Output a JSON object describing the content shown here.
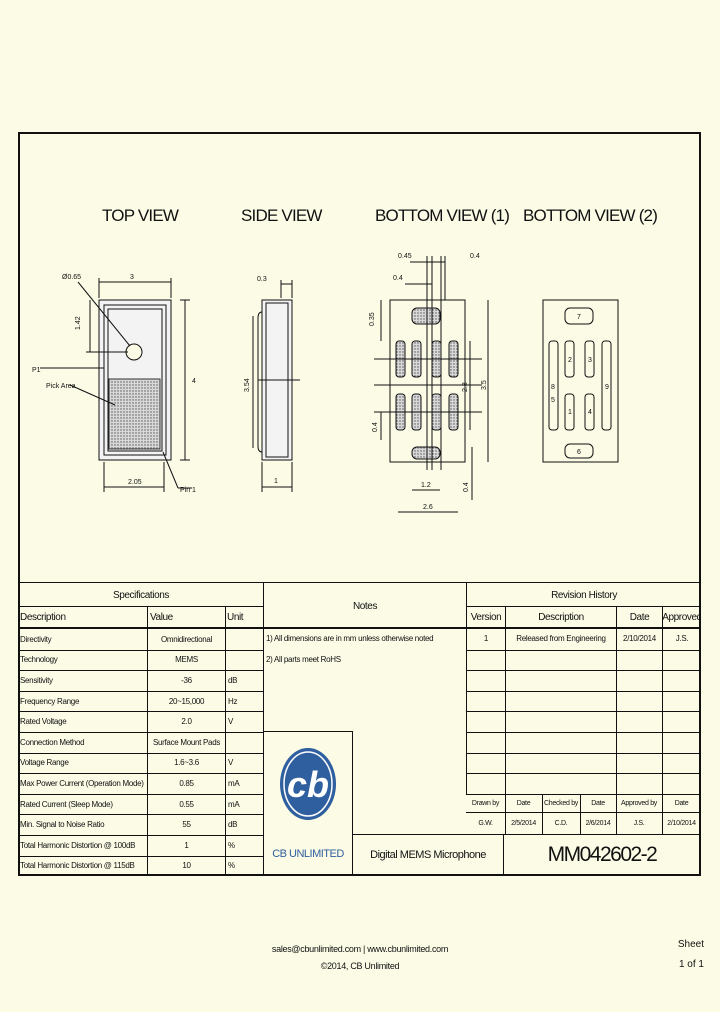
{
  "views": {
    "top": "TOP VIEW",
    "side": "SIDE VIEW",
    "bottom1": "BOTTOM VIEW (1)",
    "bottom2": "BOTTOM VIEW (2)"
  },
  "top_view": {
    "dim_hole_dia": "Ø0.65",
    "dim_width": "3",
    "dim_hole_offset": "1.42",
    "dim_height": "4",
    "dim_window_width": "2.05",
    "label_p1": "P1",
    "label_pick_area": "Pick Area",
    "label_pin1": "Pin 1"
  },
  "side_view": {
    "dim_top": "0.3",
    "dim_height": "3.54",
    "dim_width": "1"
  },
  "bottom_view_1": {
    "dim_045": "0.45",
    "dim_04_top": "0.4",
    "dim_04_left": "0.4",
    "dim_035": "0.35",
    "dim_23": "2.3",
    "dim_35": "3.5",
    "dim_04_side": "0.4",
    "dim_12": "1.2",
    "dim_04_bottom": "0.4",
    "dim_26": "2.6"
  },
  "bottom_view_2": {
    "pins": [
      "7",
      "2",
      "3",
      "8",
      "1",
      "4",
      "9",
      "6",
      "5"
    ]
  },
  "specifications": {
    "title": "Specifications",
    "headers": [
      "Description",
      "Value",
      "Unit"
    ],
    "rows": [
      {
        "description": "Directivity",
        "value": "Omnidirectional",
        "unit": ""
      },
      {
        "description": "Technology",
        "value": "MEMS",
        "unit": ""
      },
      {
        "description": "Sensitivity",
        "value": "-36",
        "unit": "dB"
      },
      {
        "description": "Frequency Range",
        "value": "20~15,000",
        "unit": "Hz"
      },
      {
        "description": "Rated Voltage",
        "value": "2.0",
        "unit": "V"
      },
      {
        "description": "Connection Method",
        "value": "Surface Mount Pads",
        "unit": ""
      },
      {
        "description": "Voltage Range",
        "value": "1.6~3.6",
        "unit": "V"
      },
      {
        "description": "Max Power Current (Operation Mode)",
        "value": "0.85",
        "unit": "mA"
      },
      {
        "description": "Rated Current (Sleep Mode)",
        "value": "0.55",
        "unit": "mA"
      },
      {
        "description": "Min. Signal to Noise Ratio",
        "value": "55",
        "unit": "dB"
      },
      {
        "description": "Total Harmonic Distortion @ 100dB",
        "value": "1",
        "unit": "%"
      },
      {
        "description": "Total Harmonic Distortion @ 115dB",
        "value": "10",
        "unit": "%"
      }
    ]
  },
  "notes": {
    "title": "Notes",
    "items": [
      "1) All dimensions are in mm unless otherwise noted",
      "2) All parts meet RoHS"
    ]
  },
  "revision_history": {
    "title": "Revision History",
    "headers": [
      "Version",
      "Description",
      "Date",
      "Approved"
    ],
    "rows": [
      {
        "version": "1",
        "description": "Released from Engineering",
        "date": "2/10/2014",
        "approved": "J.S."
      }
    ]
  },
  "approvals": {
    "headers": [
      "Drawn by",
      "Date",
      "Checked by",
      "Date",
      "Approved by",
      "Date"
    ],
    "values": [
      "G.W.",
      "2/5/2014",
      "C.D.",
      "2/6/2014",
      "J.S.",
      "2/10/2014"
    ]
  },
  "logo": {
    "brand": "CB UNLIMITED",
    "monogram": "cb"
  },
  "product_name": "Digital MEMS Microphone",
  "part_number": "MM042602-2",
  "sheet": {
    "label": "Sheet",
    "value": "1 of 1"
  },
  "footer": {
    "contact": "sales@cbunlimited.com | www.cbunlimited.com",
    "copyright": "©2014, CB Unlimited"
  }
}
